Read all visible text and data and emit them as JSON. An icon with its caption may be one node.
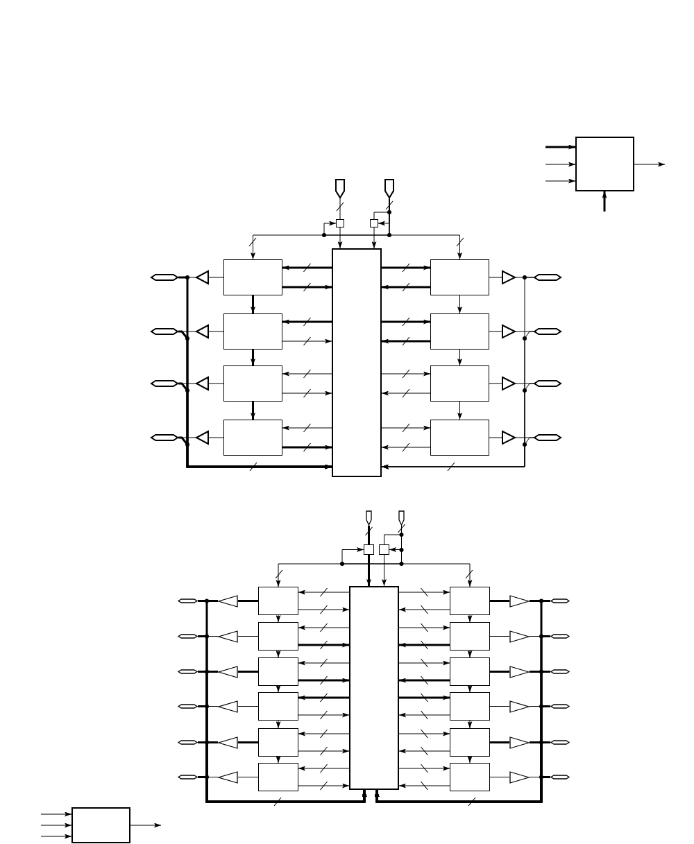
{
  "diagram": {
    "nodes": [
      {
        "text": [],
        "shape": "box"
      },
      {
        "text": [],
        "shape": "pentagon"
      },
      {
        "text": [],
        "shape": "pentagon"
      },
      {
        "text": [],
        "shape": "box"
      },
      {
        "text": [],
        "shape": "box"
      },
      {
        "text": [],
        "shape": "box"
      },
      {
        "text": [],
        "shape": "hexagon"
      },
      {
        "text": [],
        "shape": "triangle"
      },
      {
        "text": [],
        "shape": "box"
      },
      {
        "text": [],
        "shape": "box"
      },
      {
        "text": [],
        "shape": "triangle"
      },
      {
        "text": [],
        "shape": "hexagon"
      },
      {
        "text": [],
        "shape": "hexagon"
      },
      {
        "text": [],
        "shape": "triangle"
      },
      {
        "text": [],
        "shape": "box"
      },
      {
        "text": [],
        "shape": "box"
      },
      {
        "text": [],
        "shape": "triangle"
      },
      {
        "text": [],
        "shape": "hexagon"
      },
      {
        "text": [],
        "shape": "hexagon"
      },
      {
        "text": [],
        "shape": "triangle"
      },
      {
        "text": [],
        "shape": "box"
      },
      {
        "text": [],
        "shape": "box"
      },
      {
        "text": [],
        "shape": "triangle"
      },
      {
        "text": [],
        "shape": "hexagon"
      },
      {
        "text": [],
        "shape": "hexagon"
      },
      {
        "text": [],
        "shape": "triangle"
      },
      {
        "text": [],
        "shape": "box"
      },
      {
        "text": [],
        "shape": "box"
      },
      {
        "text": [],
        "shape": "triangle"
      },
      {
        "text": [],
        "shape": "hexagon"
      },
      {
        "text": [],
        "shape": "pentagon"
      },
      {
        "text": [],
        "shape": "pentagon"
      },
      {
        "text": [],
        "shape": "box"
      },
      {
        "text": [],
        "shape": "box"
      },
      {
        "text": [],
        "shape": "box"
      },
      {
        "text": [],
        "shape": "hexagon"
      },
      {
        "text": [],
        "shape": "triangle"
      },
      {
        "text": [],
        "shape": "box"
      },
      {
        "text": [],
        "shape": "box"
      },
      {
        "text": [],
        "shape": "triangle"
      },
      {
        "text": [],
        "shape": "hexagon"
      },
      {
        "text": [],
        "shape": "hexagon"
      },
      {
        "text": [],
        "shape": "triangle"
      },
      {
        "text": [],
        "shape": "box"
      },
      {
        "text": [],
        "shape": "box"
      },
      {
        "text": [],
        "shape": "triangle"
      },
      {
        "text": [],
        "shape": "hexagon"
      },
      {
        "text": [],
        "shape": "hexagon"
      },
      {
        "text": [],
        "shape": "triangle"
      },
      {
        "text": [],
        "shape": "box"
      },
      {
        "text": [],
        "shape": "box"
      },
      {
        "text": [],
        "shape": "triangle"
      },
      {
        "text": [],
        "shape": "hexagon"
      },
      {
        "text": [],
        "shape": "hexagon"
      },
      {
        "text": [],
        "shape": "triangle"
      },
      {
        "text": [],
        "shape": "box"
      },
      {
        "text": [],
        "shape": "box"
      },
      {
        "text": [],
        "shape": "triangle"
      },
      {
        "text": [],
        "shape": "hexagon"
      },
      {
        "text": [],
        "shape": "hexagon"
      },
      {
        "text": [],
        "shape": "triangle"
      },
      {
        "text": [],
        "shape": "box"
      },
      {
        "text": [],
        "shape": "box"
      },
      {
        "text": [],
        "shape": "triangle"
      },
      {
        "text": [],
        "shape": "hexagon"
      },
      {
        "text": [],
        "shape": "hexagon"
      },
      {
        "text": [],
        "shape": "triangle"
      },
      {
        "text": [],
        "shape": "box"
      },
      {
        "text": [],
        "shape": "box"
      },
      {
        "text": [],
        "shape": "triangle"
      },
      {
        "text": [],
        "shape": "hexagon"
      },
      {
        "text": [],
        "shape": "box"
      }
    ],
    "edges": [
      {
        "from": null,
        "to": 0,
        "arrow": "to",
        "style": "thick"
      },
      {
        "from": null,
        "to": 0,
        "arrow": "to"
      },
      {
        "from": null,
        "to": 0,
        "arrow": "to"
      },
      {
        "from": null,
        "to": 0,
        "arrow": "to",
        "style": "thick"
      },
      {
        "from": 0,
        "to": null,
        "arrow": "to"
      },
      {
        "from": 1,
        "to": 3,
        "arrow": "none"
      },
      {
        "from": 2,
        "to": 4,
        "arrow": "none"
      },
      {
        "from": 2,
        "to": 4,
        "arrow": "to"
      },
      {
        "from": 2,
        "to": 3,
        "arrow": "to"
      },
      {
        "from": 2,
        "to": 8,
        "arrow": "to"
      },
      {
        "from": 2,
        "to": 9,
        "arrow": "to"
      },
      {
        "from": 3,
        "to": 5,
        "arrow": "to"
      },
      {
        "from": 4,
        "to": 5,
        "arrow": "to"
      },
      {
        "from": 5,
        "to": 8,
        "arrow": "to",
        "style": "thick"
      },
      {
        "from": 8,
        "to": 5,
        "arrow": "to",
        "style": "thick"
      },
      {
        "from": 5,
        "to": 9,
        "arrow": "to",
        "style": "thick"
      },
      {
        "from": 9,
        "to": 5,
        "arrow": "to",
        "style": "thick"
      },
      {
        "from": 8,
        "to": 7,
        "arrow": "none"
      },
      {
        "from": 7,
        "to": 6,
        "arrow": "none"
      },
      {
        "from": 9,
        "to": 10,
        "arrow": "none"
      },
      {
        "from": 10,
        "to": 11,
        "arrow": "none"
      },
      {
        "from": 6,
        "to": 5,
        "arrow": "to",
        "style": "thick"
      },
      {
        "from": 11,
        "to": 5,
        "arrow": "to"
      },
      {
        "from": 5,
        "to": 14,
        "arrow": "to",
        "style": "thick"
      },
      {
        "from": 14,
        "to": 5,
        "arrow": "to"
      },
      {
        "from": 5,
        "to": 15,
        "arrow": "to",
        "style": "thick"
      },
      {
        "from": 15,
        "to": 5,
        "arrow": "to",
        "style": "thick"
      },
      {
        "from": 14,
        "to": 13,
        "arrow": "none"
      },
      {
        "from": 13,
        "to": 12,
        "arrow": "none"
      },
      {
        "from": 15,
        "to": 16,
        "arrow": "none"
      },
      {
        "from": 16,
        "to": 17,
        "arrow": "none"
      },
      {
        "from": 12,
        "to": 5,
        "arrow": "to",
        "style": "thick"
      },
      {
        "from": 17,
        "to": 5,
        "arrow": "to"
      },
      {
        "from": 5,
        "to": 20,
        "arrow": "to"
      },
      {
        "from": 20,
        "to": 5,
        "arrow": "to"
      },
      {
        "from": 5,
        "to": 21,
        "arrow": "to"
      },
      {
        "from": 21,
        "to": 5,
        "arrow": "to"
      },
      {
        "from": 20,
        "to": 19,
        "arrow": "none"
      },
      {
        "from": 19,
        "to": 18,
        "arrow": "none"
      },
      {
        "from": 21,
        "to": 22,
        "arrow": "none"
      },
      {
        "from": 22,
        "to": 23,
        "arrow": "none"
      },
      {
        "from": 18,
        "to": 5,
        "arrow": "to",
        "style": "thick"
      },
      {
        "from": 23,
        "to": 5,
        "arrow": "to"
      },
      {
        "from": 5,
        "to": 26,
        "arrow": "to"
      },
      {
        "from": 26,
        "to": 5,
        "arrow": "to",
        "style": "thick"
      },
      {
        "from": 5,
        "to": 27,
        "arrow": "to"
      },
      {
        "from": 27,
        "to": 5,
        "arrow": "to"
      },
      {
        "from": 26,
        "to": 25,
        "arrow": "none"
      },
      {
        "from": 25,
        "to": 24,
        "arrow": "none"
      },
      {
        "from": 27,
        "to": 28,
        "arrow": "none"
      },
      {
        "from": 28,
        "to": 29,
        "arrow": "none"
      },
      {
        "from": 24,
        "to": 5,
        "arrow": "to",
        "style": "thick"
      },
      {
        "from": 29,
        "to": 5,
        "arrow": "to"
      },
      {
        "from": 8,
        "to": 14,
        "arrow": "to",
        "style": "thick"
      },
      {
        "from": 14,
        "to": 20,
        "arrow": "to",
        "style": "thick"
      },
      {
        "from": 20,
        "to": 26,
        "arrow": "to",
        "style": "thick"
      },
      {
        "from": 9,
        "to": 15,
        "arrow": "to"
      },
      {
        "from": 15,
        "to": 21,
        "arrow": "to"
      },
      {
        "from": 21,
        "to": 27,
        "arrow": "to"
      },
      {
        "from": 30,
        "to": 32,
        "arrow": "none",
        "style": "thick"
      },
      {
        "from": 31,
        "to": 33,
        "arrow": "none"
      },
      {
        "from": 31,
        "to": 33,
        "arrow": "to"
      },
      {
        "from": 31,
        "to": 32,
        "arrow": "to"
      },
      {
        "from": 31,
        "to": 37,
        "arrow": "to"
      },
      {
        "from": 31,
        "to": 38,
        "arrow": "to"
      },
      {
        "from": 32,
        "to": 34,
        "arrow": "to",
        "style": "thick"
      },
      {
        "from": 33,
        "to": 34,
        "arrow": "to"
      },
      {
        "from": 34,
        "to": 37,
        "arrow": "to"
      },
      {
        "from": 37,
        "to": 34,
        "arrow": "to"
      },
      {
        "from": 34,
        "to": 38,
        "arrow": "to"
      },
      {
        "from": 38,
        "to": 34,
        "arrow": "to"
      },
      {
        "from": 37,
        "to": 36,
        "arrow": "none",
        "style": "thick"
      },
      {
        "from": 36,
        "to": 35,
        "arrow": "none",
        "style": "thick"
      },
      {
        "from": 38,
        "to": 39,
        "arrow": "none",
        "style": "thick"
      },
      {
        "from": 39,
        "to": 40,
        "arrow": "none",
        "style": "thick"
      },
      {
        "from": 35,
        "to": 34,
        "arrow": "to",
        "style": "thick"
      },
      {
        "from": 40,
        "to": 34,
        "arrow": "to",
        "style": "thick"
      },
      {
        "from": 34,
        "to": 43,
        "arrow": "to"
      },
      {
        "from": 43,
        "to": 34,
        "arrow": "to",
        "style": "thick"
      },
      {
        "from": 34,
        "to": 44,
        "arrow": "to"
      },
      {
        "from": 44,
        "to": 34,
        "arrow": "to",
        "style": "thick"
      },
      {
        "from": 43,
        "to": 42,
        "arrow": "none"
      },
      {
        "from": 42,
        "to": 41,
        "arrow": "none"
      },
      {
        "from": 44,
        "to": 45,
        "arrow": "none"
      },
      {
        "from": 45,
        "to": 46,
        "arrow": "none"
      },
      {
        "from": 41,
        "to": 34,
        "arrow": "to",
        "style": "thick"
      },
      {
        "from": 46,
        "to": 34,
        "arrow": "to",
        "style": "thick"
      },
      {
        "from": 34,
        "to": 49,
        "arrow": "to"
      },
      {
        "from": 49,
        "to": 34,
        "arrow": "to",
        "style": "thick"
      },
      {
        "from": 34,
        "to": 50,
        "arrow": "to"
      },
      {
        "from": 50,
        "to": 34,
        "arrow": "to",
        "style": "thick"
      },
      {
        "from": 49,
        "to": 48,
        "arrow": "none",
        "style": "thick"
      },
      {
        "from": 48,
        "to": 47,
        "arrow": "none",
        "style": "thick"
      },
      {
        "from": 50,
        "to": 51,
        "arrow": "none",
        "style": "thick"
      },
      {
        "from": 51,
        "to": 52,
        "arrow": "none",
        "style": "thick"
      },
      {
        "from": 47,
        "to": 34,
        "arrow": "to",
        "style": "thick"
      },
      {
        "from": 52,
        "to": 34,
        "arrow": "to",
        "style": "thick"
      },
      {
        "from": 34,
        "to": 55,
        "arrow": "to",
        "style": "thick"
      },
      {
        "from": 55,
        "to": 34,
        "arrow": "to"
      },
      {
        "from": 34,
        "to": 56,
        "arrow": "to",
        "style": "thick"
      },
      {
        "from": 56,
        "to": 34,
        "arrow": "to"
      },
      {
        "from": 55,
        "to": 54,
        "arrow": "none"
      },
      {
        "from": 54,
        "to": 53,
        "arrow": "none"
      },
      {
        "from": 56,
        "to": 57,
        "arrow": "none"
      },
      {
        "from": 57,
        "to": 58,
        "arrow": "none"
      },
      {
        "from": 53,
        "to": 34,
        "arrow": "to",
        "style": "thick"
      },
      {
        "from": 58,
        "to": 34,
        "arrow": "to",
        "style": "thick"
      },
      {
        "from": 34,
        "to": 61,
        "arrow": "to"
      },
      {
        "from": 61,
        "to": 34,
        "arrow": "to"
      },
      {
        "from": 34,
        "to": 62,
        "arrow": "to"
      },
      {
        "from": 62,
        "to": 34,
        "arrow": "to"
      },
      {
        "from": 61,
        "to": 60,
        "arrow": "none",
        "style": "thick"
      },
      {
        "from": 60,
        "to": 59,
        "arrow": "none",
        "style": "thick"
      },
      {
        "from": 62,
        "to": 63,
        "arrow": "none",
        "style": "thick"
      },
      {
        "from": 63,
        "to": 64,
        "arrow": "none",
        "style": "thick"
      },
      {
        "from": 59,
        "to": 34,
        "arrow": "to",
        "style": "thick"
      },
      {
        "from": 64,
        "to": 34,
        "arrow": "to",
        "style": "thick"
      },
      {
        "from": 34,
        "to": 67,
        "arrow": "to"
      },
      {
        "from": 67,
        "to": 34,
        "arrow": "to"
      },
      {
        "from": 34,
        "to": 68,
        "arrow": "to"
      },
      {
        "from": 68,
        "to": 34,
        "arrow": "to"
      },
      {
        "from": 67,
        "to": 66,
        "arrow": "none"
      },
      {
        "from": 66,
        "to": 65,
        "arrow": "none"
      },
      {
        "from": 68,
        "to": 69,
        "arrow": "none"
      },
      {
        "from": 69,
        "to": 70,
        "arrow": "none"
      },
      {
        "from": 65,
        "to": 34,
        "arrow": "to",
        "style": "thick"
      },
      {
        "from": 70,
        "to": 34,
        "arrow": "to",
        "style": "thick"
      },
      {
        "from": 37,
        "to": 43,
        "arrow": "to"
      },
      {
        "from": 43,
        "to": 49,
        "arrow": "to"
      },
      {
        "from": 49,
        "to": 55,
        "arrow": "to"
      },
      {
        "from": 55,
        "to": 61,
        "arrow": "to"
      },
      {
        "from": 61,
        "to": 67,
        "arrow": "to"
      },
      {
        "from": 38,
        "to": 44,
        "arrow": "to"
      },
      {
        "from": 44,
        "to": 50,
        "arrow": "to"
      },
      {
        "from": 50,
        "to": 56,
        "arrow": "to"
      },
      {
        "from": 56,
        "to": 62,
        "arrow": "to"
      },
      {
        "from": 62,
        "to": 68,
        "arrow": "to"
      },
      {
        "from": null,
        "to": 71,
        "arrow": "to"
      },
      {
        "from": null,
        "to": 71,
        "arrow": "to"
      },
      {
        "from": null,
        "to": 71,
        "arrow": "to"
      },
      {
        "from": 71,
        "to": null,
        "arrow": "to"
      }
    ]
  }
}
